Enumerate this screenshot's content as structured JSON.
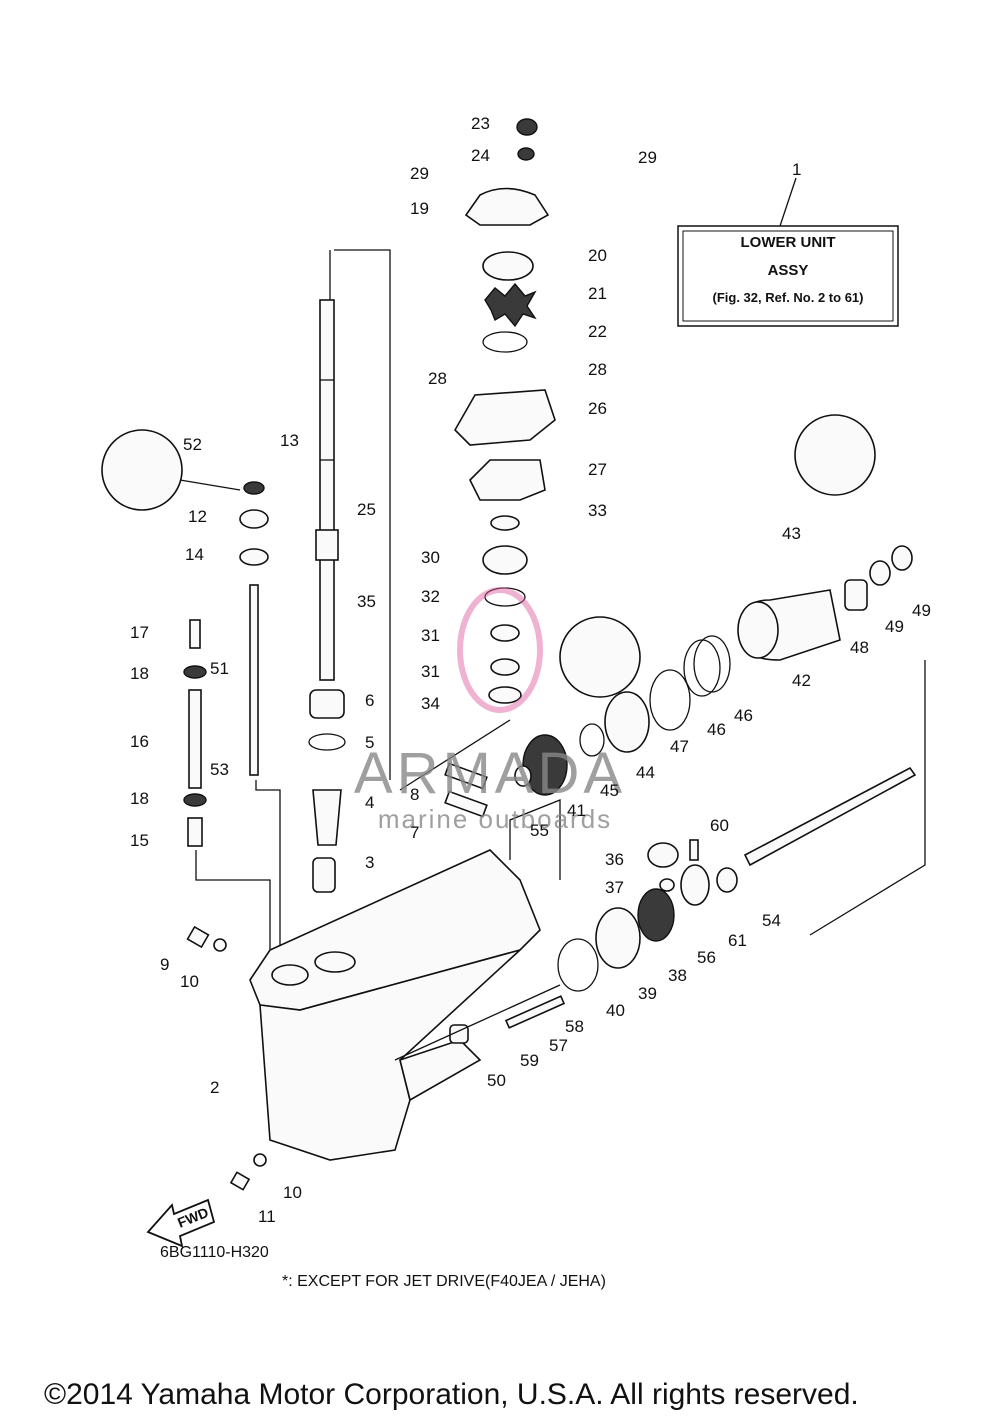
{
  "callouts": [
    "1",
    "2",
    "3",
    "4",
    "5",
    "6",
    "7",
    "8",
    "9",
    "10",
    "10",
    "11",
    "12",
    "13",
    "14",
    "15",
    "16",
    "17",
    "18",
    "18",
    "19",
    "20",
    "21",
    "22",
    "23",
    "24",
    "25",
    "26",
    "27",
    "28",
    "28",
    "29",
    "29",
    "30",
    "31",
    "31",
    "32",
    "33",
    "34",
    "35",
    "36",
    "37",
    "38",
    "39",
    "40",
    "41",
    "42",
    "43",
    "44",
    "45",
    "46",
    "46",
    "47",
    "48",
    "49",
    "49",
    "50",
    "51",
    "52",
    "53",
    "54",
    "55",
    "56",
    "57",
    "58",
    "59",
    "60",
    "61"
  ],
  "assembly_box": {
    "line1": "LOWER UNIT",
    "line2": "ASSY",
    "line3": "(Fig. 32, Ref. No. 2 to 61)"
  },
  "fwd_arrow": "FWD",
  "watermark": {
    "brand": "ARMADA",
    "tagline": "marine outboards",
    "color": "#e060a0"
  },
  "drawing_code": "6BG1110-H320",
  "footnote": "*: EXCEPT FOR JET DRIVE(F40JEA / JEHA)",
  "copyright": "©2014 Yamaha Motor Corporation, U.S.A. All rights reserved."
}
